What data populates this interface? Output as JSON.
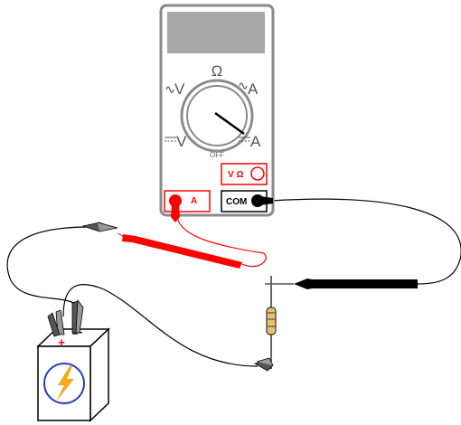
{
  "meter": {
    "dial": {
      "ohm_label": "Ω",
      "ac_volts_label": "V",
      "ac_amps_label": "A",
      "dc_volts_label": "V",
      "dc_amps_label": "A",
      "off_label": "OFF"
    },
    "jacks": {
      "volt_ohm_label": "V Ω",
      "amp_label": "A",
      "common_label": "COM"
    }
  },
  "battery": {
    "positive_label": "+",
    "negative_label": "-"
  },
  "colors": {
    "meter_body": "#ffffff",
    "meter_border": "#8a8a8a",
    "display": "#a8a8a8",
    "red_probe": "#ff0000",
    "black_probe": "#000000",
    "bolt": "#f7a81b",
    "bolt_ring": "#2f3fb8",
    "resistor_body": "#e8c26a"
  },
  "icons": {
    "battery": "lightning-bolt-icon",
    "alligator_clip": "alligator-clip-icon"
  }
}
